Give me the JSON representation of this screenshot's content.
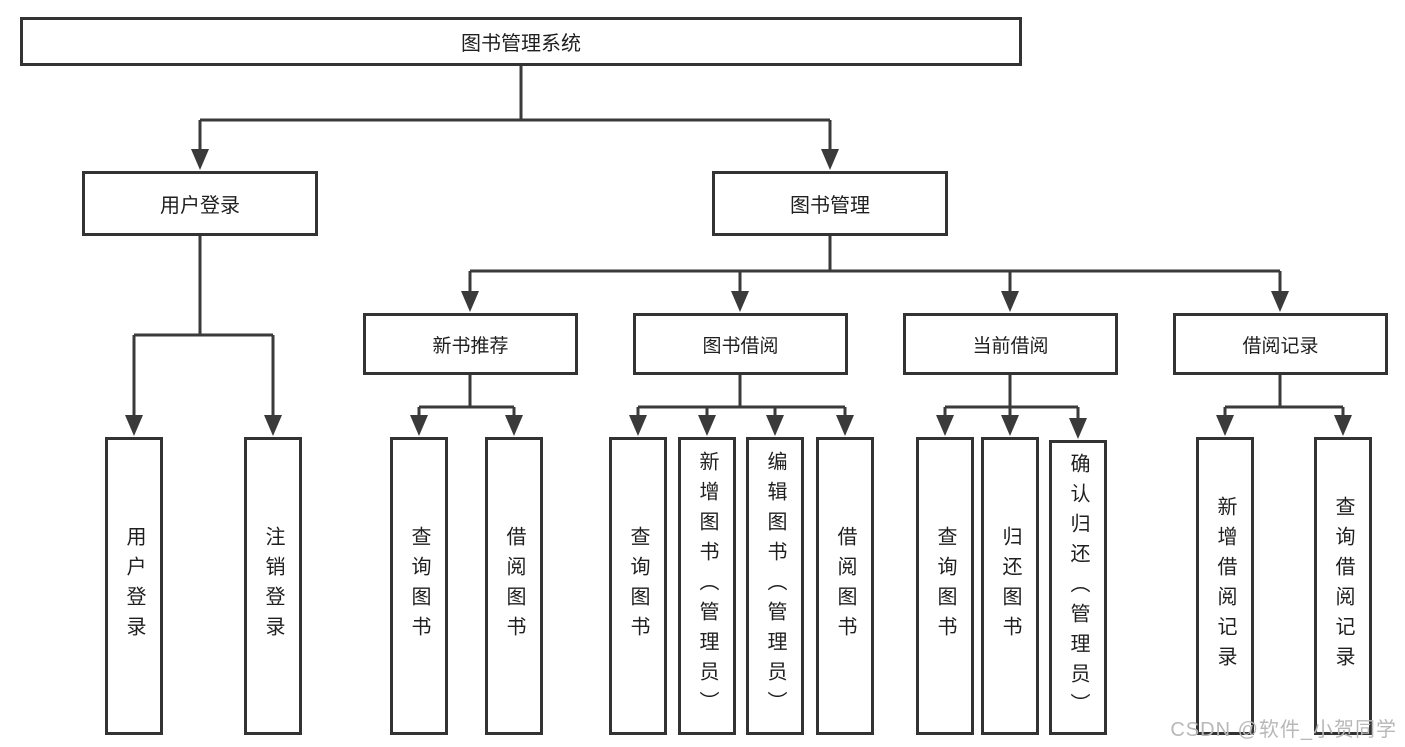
{
  "diagram": {
    "root": {
      "label": "图书管理系统"
    },
    "branches": [
      {
        "label": "用户登录",
        "children": [
          {
            "label": "用户登录"
          },
          {
            "label": "注销登录"
          }
        ]
      },
      {
        "label": "图书管理",
        "children": [
          {
            "label": "新书推荐",
            "children": [
              {
                "label": "查询图书"
              },
              {
                "label": "借阅图书"
              }
            ]
          },
          {
            "label": "图书借阅",
            "children": [
              {
                "label": "查询图书"
              },
              {
                "label": "新增图书（管理员）"
              },
              {
                "label": "编辑图书（管理员）"
              },
              {
                "label": "借阅图书"
              }
            ]
          },
          {
            "label": "当前借阅",
            "children": [
              {
                "label": "查询图书"
              },
              {
                "label": "归还图书"
              },
              {
                "label": "确认归还（管理员）"
              }
            ]
          },
          {
            "label": "借阅记录",
            "children": [
              {
                "label": "新增借阅记录"
              },
              {
                "label": "查询借阅记录"
              }
            ]
          }
        ]
      }
    ]
  },
  "watermark": {
    "text": "CSDN @软件_小贺同学"
  },
  "colors": {
    "line": "#3a3a3a",
    "box_border": "#333333",
    "text": "#1f1f1f",
    "watermark": "#b8b8b8",
    "background": "#ffffff"
  }
}
